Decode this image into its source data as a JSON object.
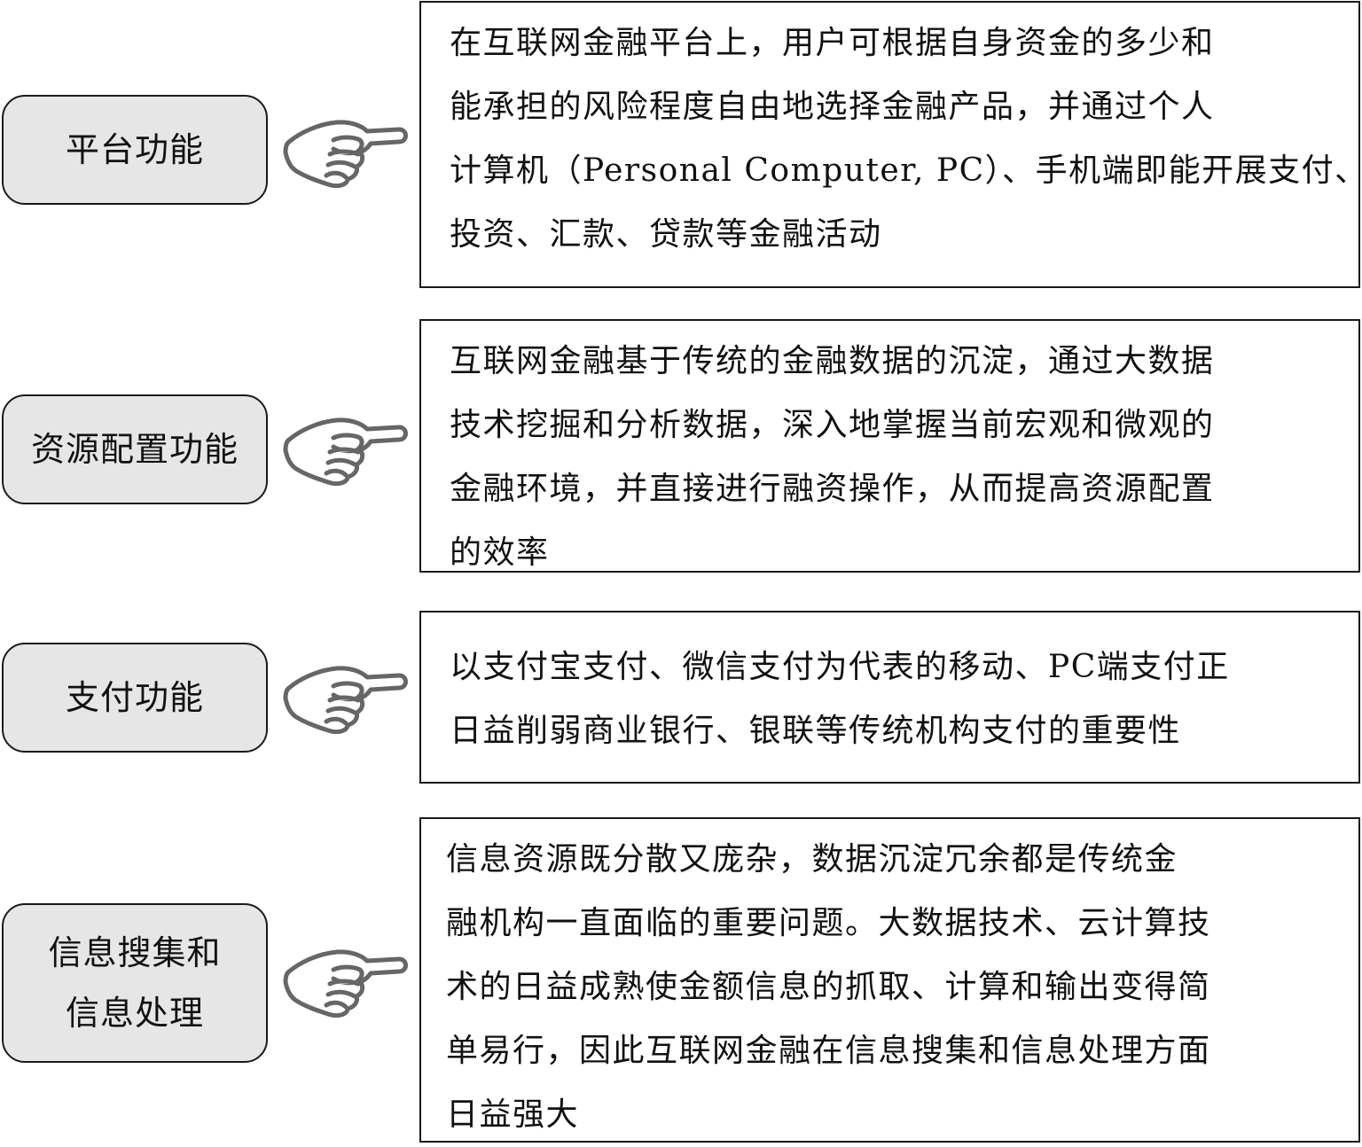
{
  "colors": {
    "label_fill": "#e6e6e6",
    "border": "#1a1a1a",
    "hand_stroke": "#666666",
    "text": "#111111"
  },
  "items": [
    {
      "label_lines": [
        "平台功能"
      ],
      "icon": "pointing-hand-icon",
      "desc_lines": [
        "在互联网金融平台上，用户可根据自身资金的多少和",
        "能承担的风险程度自由地选择金融产品，并通过个人",
        "计算机（Personal Computer, PC）、手机端即能开展支付、",
        "投资、汇款、贷款等金融活动"
      ]
    },
    {
      "label_lines": [
        "资源配置功能"
      ],
      "icon": "pointing-hand-icon",
      "desc_lines": [
        "互联网金融基于传统的金融数据的沉淀，通过大数据",
        "技术挖掘和分析数据，深入地掌握当前宏观和微观的",
        "金融环境，并直接进行融资操作，从而提高资源配置",
        "的效率"
      ]
    },
    {
      "label_lines": [
        "支付功能"
      ],
      "icon": "pointing-hand-icon",
      "desc_lines": [
        "以支付宝支付、微信支付为代表的移动、PC端支付正",
        "日益削弱商业银行、银联等传统机构支付的重要性"
      ]
    },
    {
      "label_lines": [
        "信息搜集和",
        "信息处理"
      ],
      "icon": "pointing-hand-icon",
      "desc_lines": [
        "信息资源既分散又庞杂，数据沉淀冗余都是传统金",
        "融机构一直面临的重要问题。大数据技术、云计算技",
        "术的日益成熟使金额信息的抓取、计算和输出变得简",
        "单易行，因此互联网金融在信息搜集和信息处理方面",
        "日益强大"
      ]
    }
  ]
}
